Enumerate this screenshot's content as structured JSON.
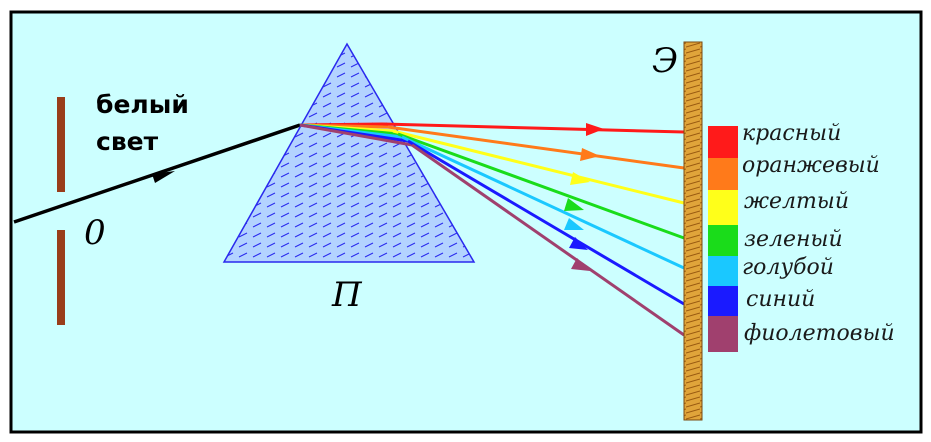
{
  "labels": {
    "white_light_line1": "белый",
    "white_light_line2": "свет",
    "slit": "0",
    "prism": "П",
    "screen": "Э"
  },
  "spectrum": [
    {
      "name": "красный",
      "color": "#ff1a1a"
    },
    {
      "name": "оранжевый",
      "color": "#ff7a1a"
    },
    {
      "name": "желтый",
      "color": "#ffff1a"
    },
    {
      "name": "зеленый",
      "color": "#1adc1a"
    },
    {
      "name": "голубой",
      "color": "#1ac8ff"
    },
    {
      "name": "синий",
      "color": "#1a1aff"
    },
    {
      "name": "фиолетовый",
      "color": "#a0406e"
    }
  ],
  "colors": {
    "background": "#ccffff",
    "frame": "#000000",
    "slit": "#993d1a",
    "prism_fill": "#b0d4ff",
    "prism_stroke": "#2a2aee",
    "screen": "#d4922a",
    "beam": "#000000"
  }
}
